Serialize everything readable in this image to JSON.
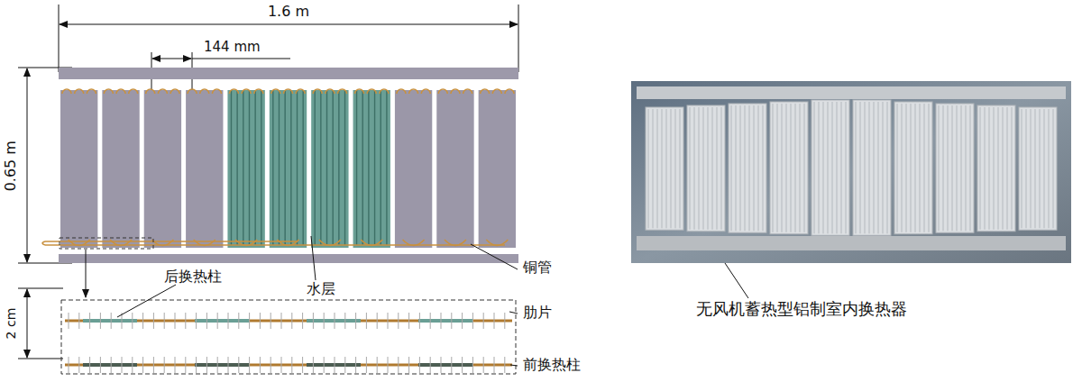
{
  "diagram": {
    "labels": [
      "1.6 m",
      "144 mm",
      "0.65 m",
      "2 cm",
      "后换热柱",
      "水层",
      "铜管",
      "肋片",
      "前换热柱",
      "无风机蓄热型铝制室内换热器"
    ]
  }
}
